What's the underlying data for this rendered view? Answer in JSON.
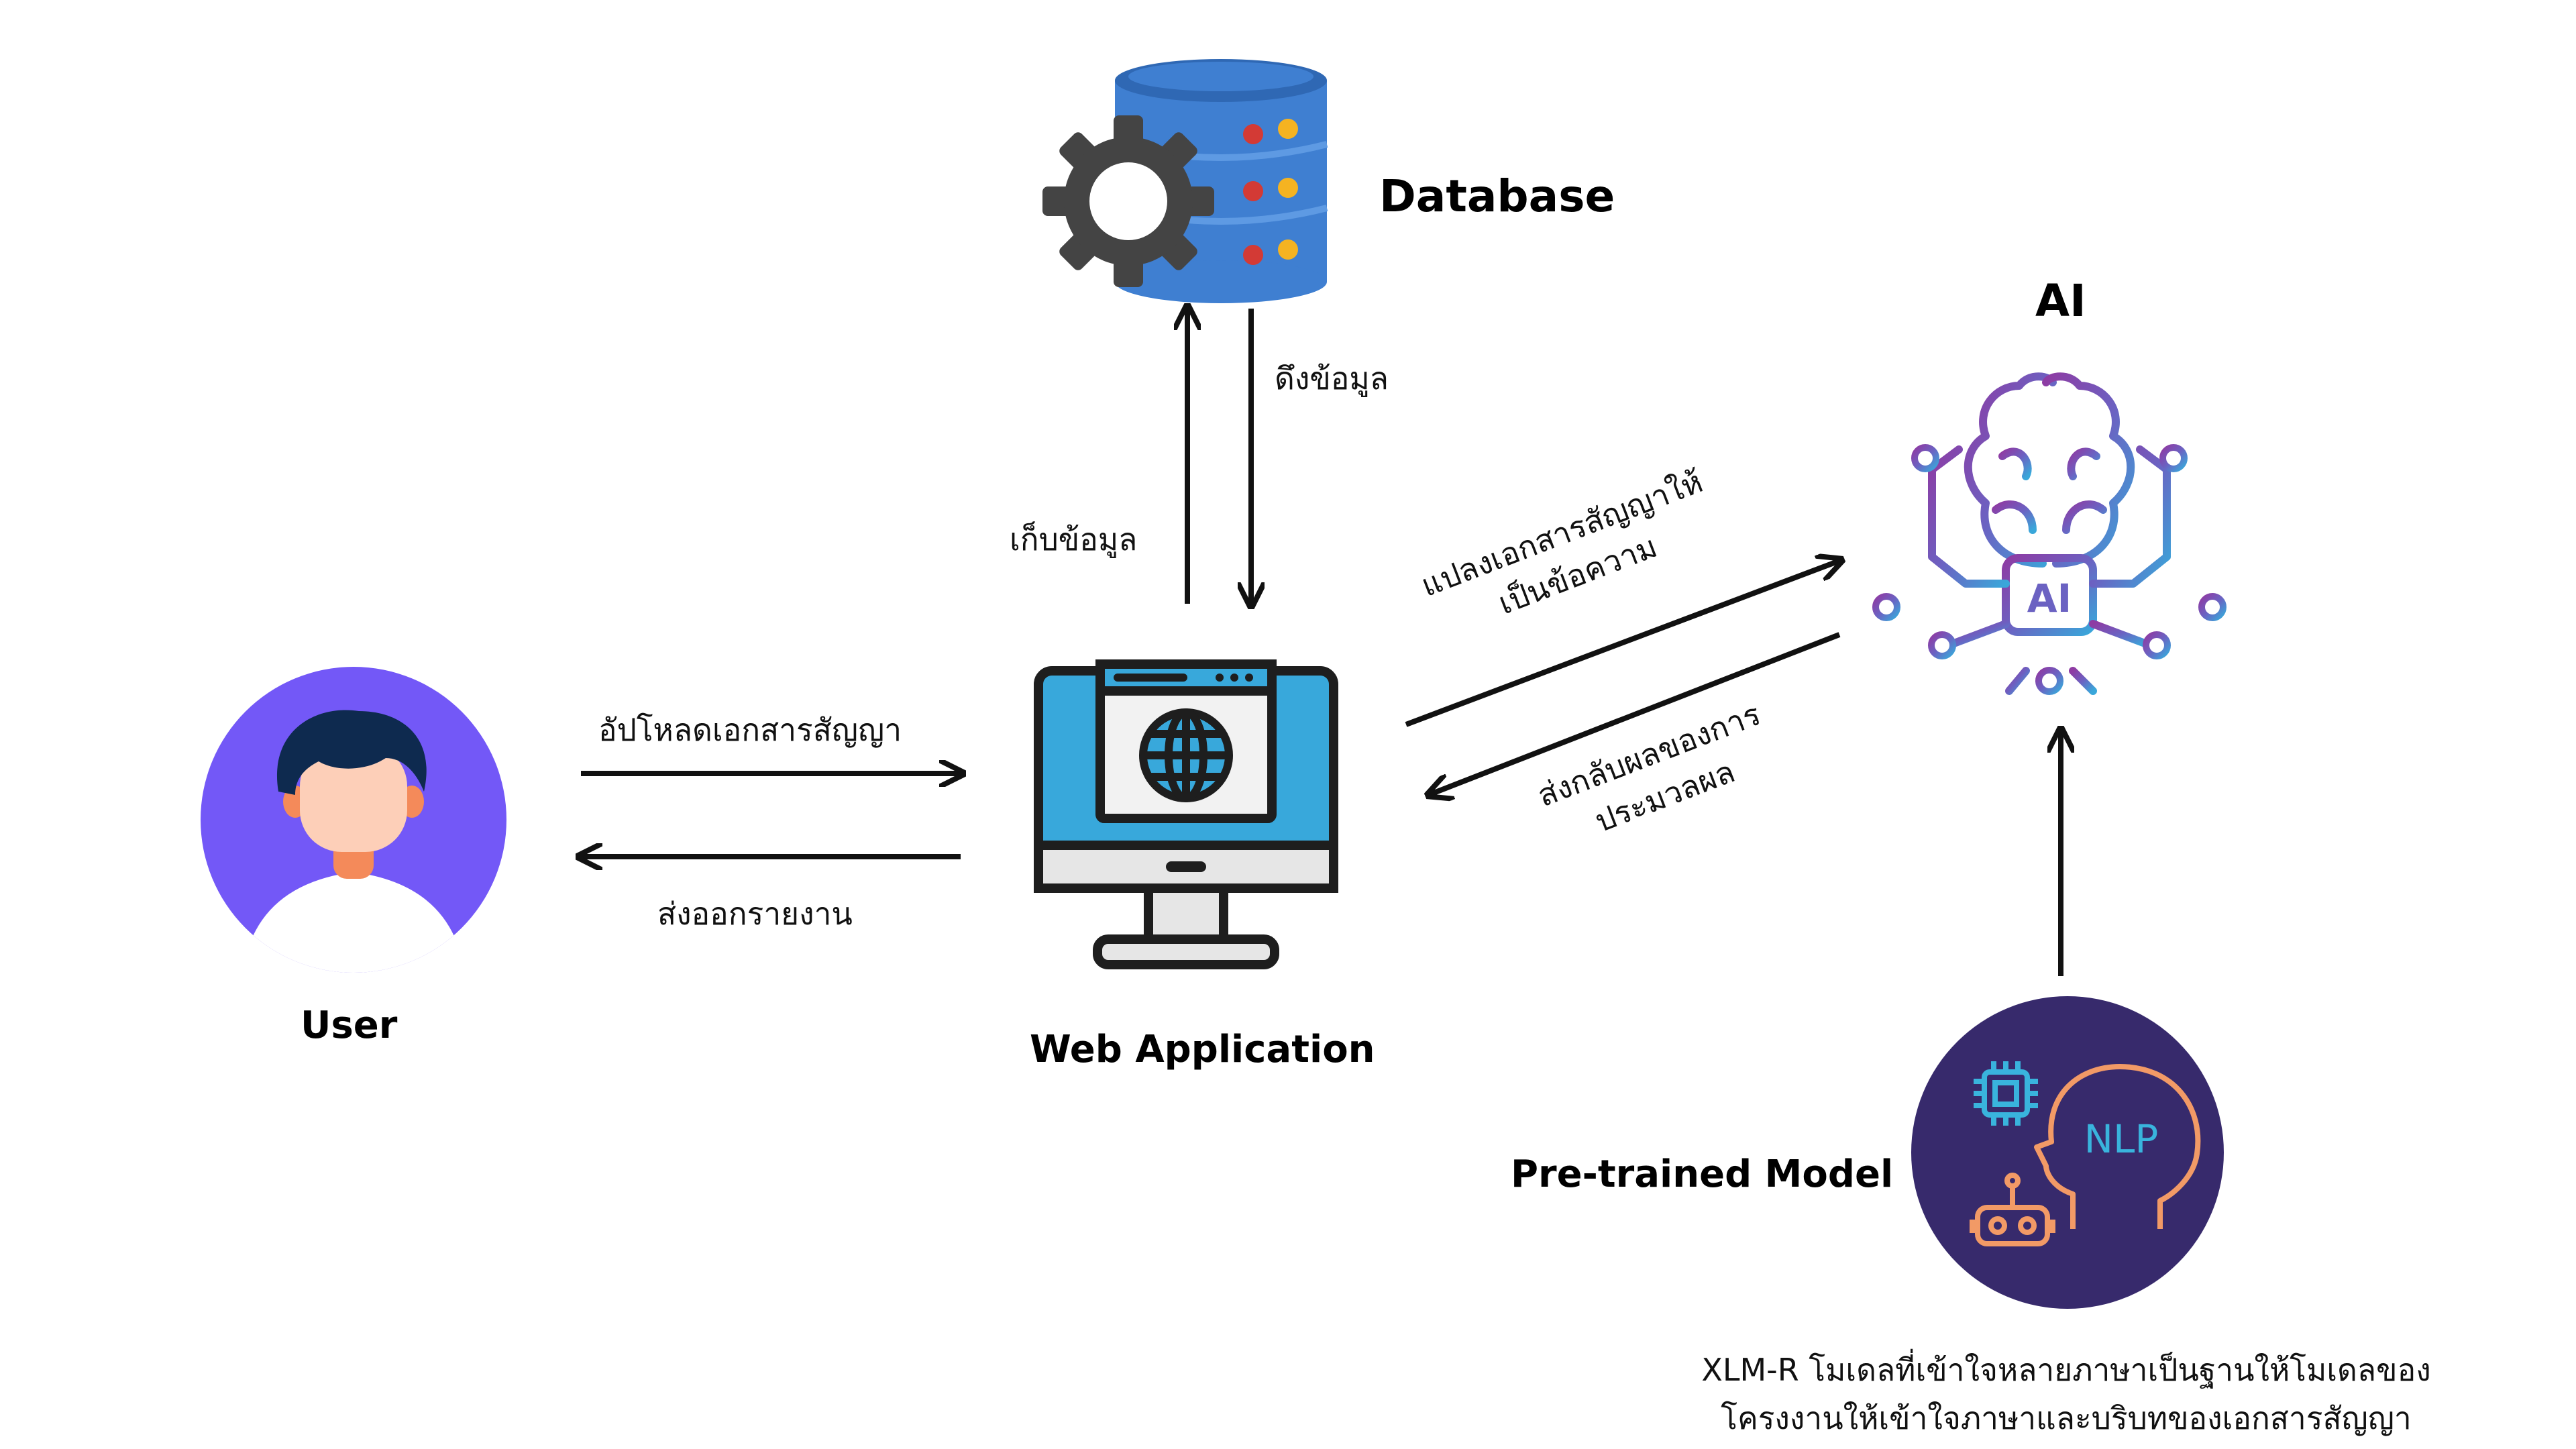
{
  "nodes": {
    "database": {
      "label": "Database"
    },
    "ai": {
      "label": "AI",
      "chip_text": "AI"
    },
    "user": {
      "label": "User"
    },
    "web_app": {
      "label": "Web Application"
    },
    "pretrained": {
      "label": "Pre-trained Model",
      "badge_text": "NLP"
    }
  },
  "edges": {
    "store_data": "เก็บข้อมูล",
    "fetch_data": "ดึงข้อมูล",
    "upload_contract": "อัปโหลดเอกสารสัญญา",
    "export_report": "ส่งออกรายงาน",
    "convert_line1": "แปลงเอกสารสัญญาให้",
    "convert_line2": "เป็นข้อความ",
    "return_line1": "ส่งกลับผลของการ",
    "return_line2": "ประมวลผล"
  },
  "caption": {
    "line1": "XLM-R โมเดลที่เข้าใจหลายภาษาเป็นฐานให้โมเดลของ",
    "line2": "โครงงานให้เข้าใจภาษาและบริบทของเอกสารสัญญา"
  },
  "colors": {
    "user_circle": "#7358F7",
    "pretrained_circle": "#372A6C",
    "db_blue": "#3F7FD1",
    "screen_blue": "#38A8DB",
    "ai_gradient_start": "#8E3BA3",
    "ai_gradient_end": "#39A7DA"
  }
}
